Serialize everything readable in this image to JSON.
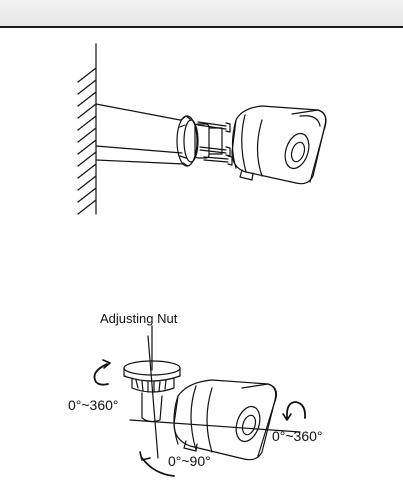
{
  "colors": {
    "line": "#111111",
    "header_rule": "#1a1a1a",
    "header_fill": "#ececec",
    "background": "#ffffff"
  },
  "labels": {
    "adjusting_nut": "Adjusting Nut",
    "pan_range": "0°~360°",
    "tilt_range": "0°~90°",
    "rotate_range": "0°~360°"
  }
}
